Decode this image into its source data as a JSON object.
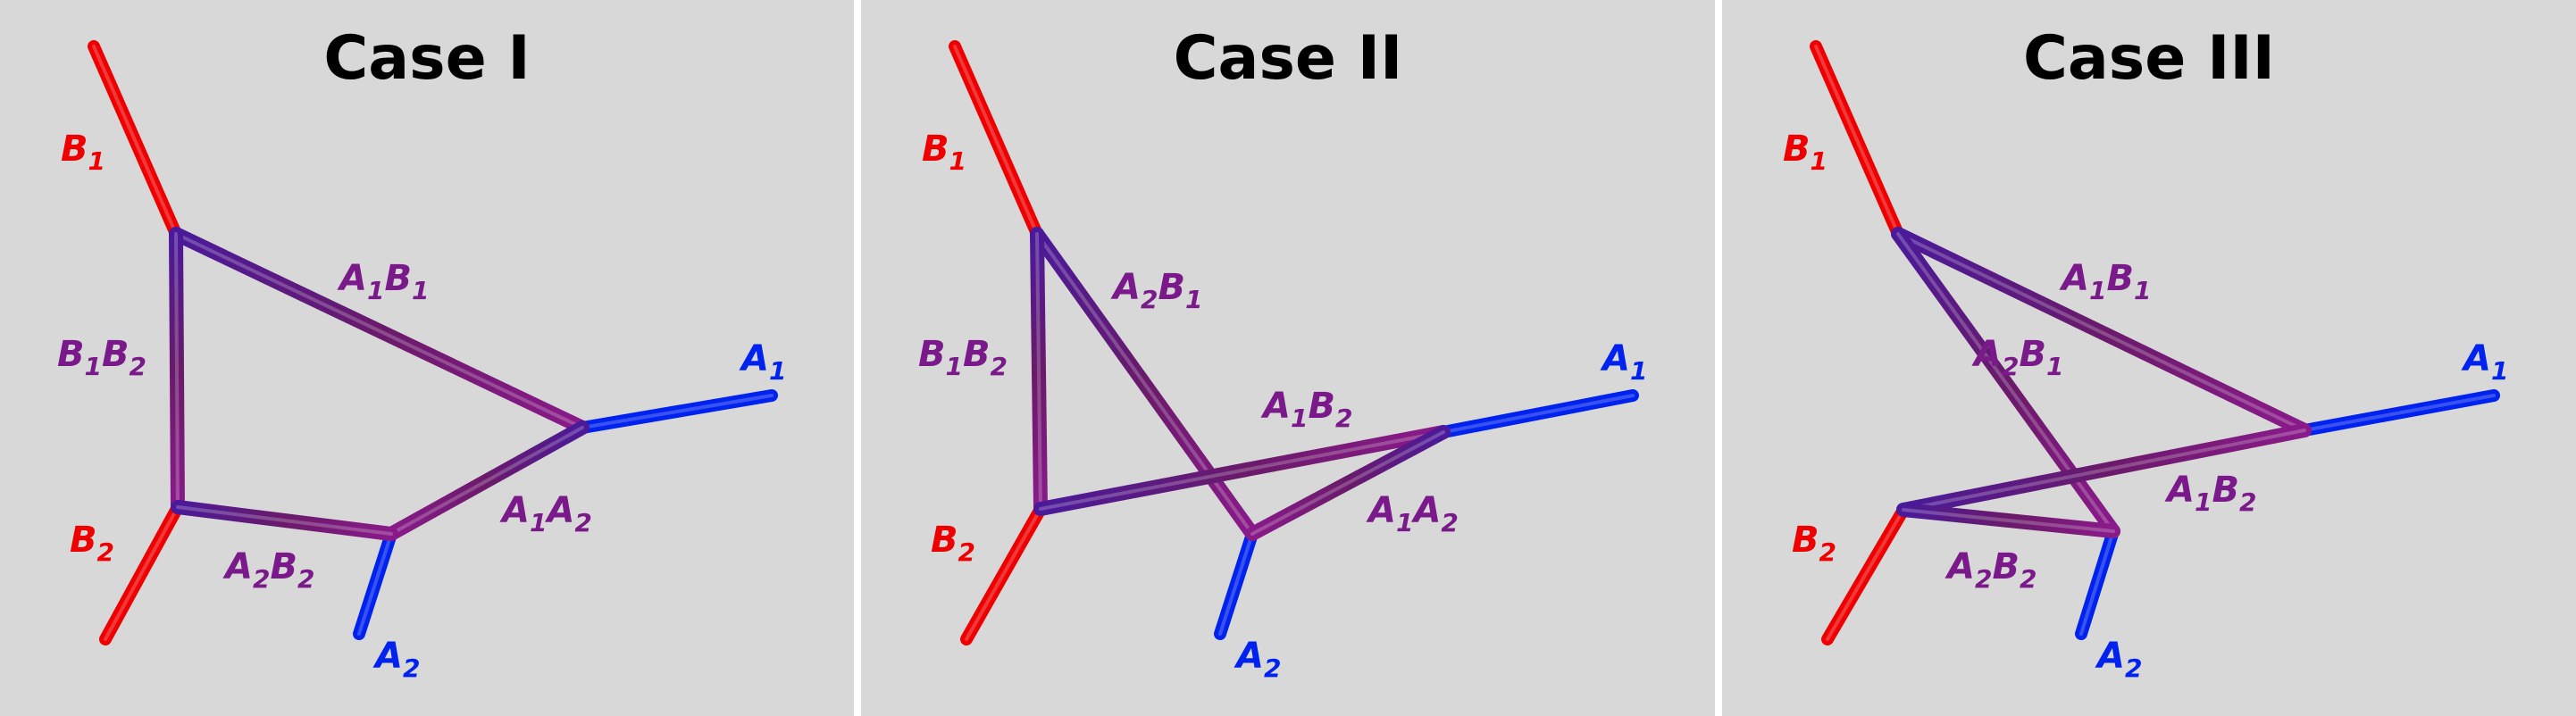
{
  "colors": {
    "background": "#d8d8d8",
    "divider": "#ffffff",
    "red": "#ee0000",
    "blue": "#0022ee",
    "purple": "#7a1a8a",
    "title": "#000000"
  },
  "panels": [
    {
      "title": "Case I",
      "labels": [
        {
          "text": "B",
          "sub": "1",
          "color": "red"
        },
        {
          "text": "B",
          "sub": "2",
          "color": "red"
        },
        {
          "text": "A",
          "sub": "1",
          "color": "blue"
        },
        {
          "text": "A",
          "sub": "2",
          "color": "blue"
        },
        {
          "text": "A",
          "sub": "1",
          "text2": "B",
          "sub2": "1",
          "color": "purple"
        },
        {
          "text": "B",
          "sub": "1",
          "text2": "B",
          "sub2": "2",
          "color": "purple"
        },
        {
          "text": "A",
          "sub": "1",
          "text2": "A",
          "sub2": "2",
          "color": "purple"
        },
        {
          "text": "A",
          "sub": "2",
          "text2": "B",
          "sub2": "2",
          "color": "purple"
        }
      ]
    },
    {
      "title": "Case II",
      "labels": [
        {
          "text": "B",
          "sub": "1",
          "color": "red"
        },
        {
          "text": "B",
          "sub": "2",
          "color": "red"
        },
        {
          "text": "A",
          "sub": "1",
          "color": "blue"
        },
        {
          "text": "A",
          "sub": "2",
          "color": "blue"
        },
        {
          "text": "A",
          "sub": "2",
          "text2": "B",
          "sub2": "1",
          "color": "purple"
        },
        {
          "text": "B",
          "sub": "1",
          "text2": "B",
          "sub2": "2",
          "color": "purple"
        },
        {
          "text": "A",
          "sub": "1",
          "text2": "B",
          "sub2": "2",
          "color": "purple"
        },
        {
          "text": "A",
          "sub": "1",
          "text2": "A",
          "sub2": "2",
          "color": "purple"
        }
      ]
    },
    {
      "title": "Case III",
      "labels": [
        {
          "text": "B",
          "sub": "1",
          "color": "red"
        },
        {
          "text": "B",
          "sub": "2",
          "color": "red"
        },
        {
          "text": "A",
          "sub": "1",
          "color": "blue"
        },
        {
          "text": "A",
          "sub": "2",
          "color": "blue"
        },
        {
          "text": "A",
          "sub": "1",
          "text2": "B",
          "sub2": "1",
          "color": "purple"
        },
        {
          "text": "A",
          "sub": "2",
          "text2": "B",
          "sub2": "1",
          "color": "purple"
        },
        {
          "text": "A",
          "sub": "1",
          "text2": "B",
          "sub2": "2",
          "color": "purple"
        },
        {
          "text": "A",
          "sub": "2",
          "text2": "B",
          "sub2": "2",
          "color": "purple"
        }
      ]
    }
  ]
}
